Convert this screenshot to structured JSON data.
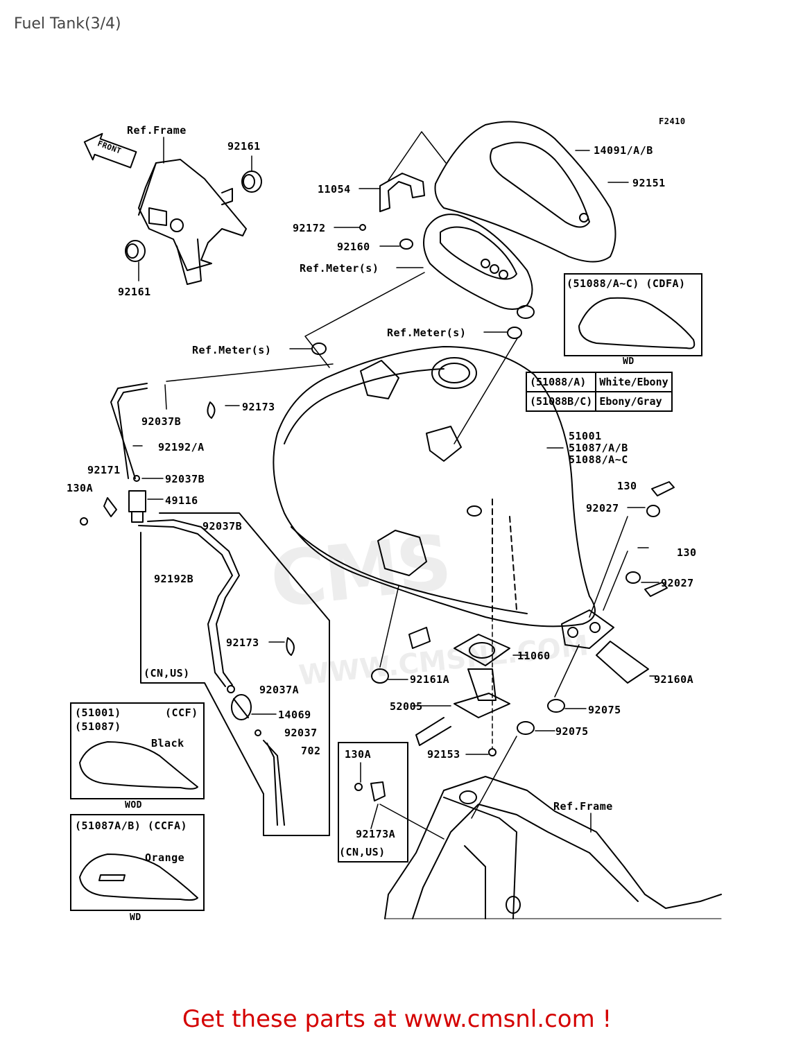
{
  "page": {
    "title": "Fuel Tank(3/4)"
  },
  "diagram": {
    "figure_code": "F2410",
    "front_arrow": "FRONT",
    "watermark": "CMS",
    "watermark_url": "WWW.CMSNL.COM",
    "labels": {
      "ref_frame_top": "Ref.Frame",
      "p92161_a": "92161",
      "p92161_b": "92161",
      "p14091": "14091/A/B",
      "p92151": "92151",
      "p11054": "11054",
      "p92172": "92172",
      "p92160": "92160",
      "ref_meter_1": "Ref.Meter(s)",
      "ref_meter_2": "Ref.Meter(s)",
      "ref_meter_3": "Ref.Meter(s)",
      "p92037b_a": "92037B",
      "p92173_a": "92173",
      "p92192a": "92192/A",
      "p92171": "92171",
      "p130a_a": "130A",
      "p92037b_b": "92037B",
      "p49116": "49116",
      "p92037b_c": "92037B",
      "p92192b": "92192B",
      "p51001": "51001",
      "p51087": "51087/A/B",
      "p51088": "51088/A~C",
      "p130_a": "130",
      "p92027_a": "92027",
      "p130_b": "130",
      "p92027_b": "92027",
      "p92173_b": "92173",
      "cn_us_a": "(CN,US)",
      "p92037a": "92037A",
      "p14069": "14069",
      "p92037": "92037",
      "p702": "702",
      "p11060": "11060",
      "p92161a": "92161A",
      "p92160a": "92160A",
      "p52005": "52005",
      "p92075_a": "92075",
      "p92075_b": "92075",
      "p92153": "92153",
      "p130a_b": "130A",
      "p92173a": "92173A",
      "cn_us_b": "(CN,US)",
      "ref_frame_bottom": "Ref.Frame"
    },
    "variant_boxes": {
      "cdfa": {
        "code": "(51088/A~C) (CDFA)",
        "footer": "WD"
      },
      "ccf": {
        "code_1": "(51001)",
        "code_2": "(51087)",
        "region": "(CCF)",
        "color": "Black",
        "footer": "WOD"
      },
      "ccfa": {
        "code": "(51087A/B) (CCFA)",
        "color": "Orange",
        "footer": "WD"
      }
    },
    "color_table": [
      {
        "code": "(51088/A)",
        "color": "White/Ebony"
      },
      {
        "code": "(51088B/C)",
        "color": "Ebony/Gray"
      }
    ]
  },
  "cta": "Get these parts at www.cmsnl.com !"
}
